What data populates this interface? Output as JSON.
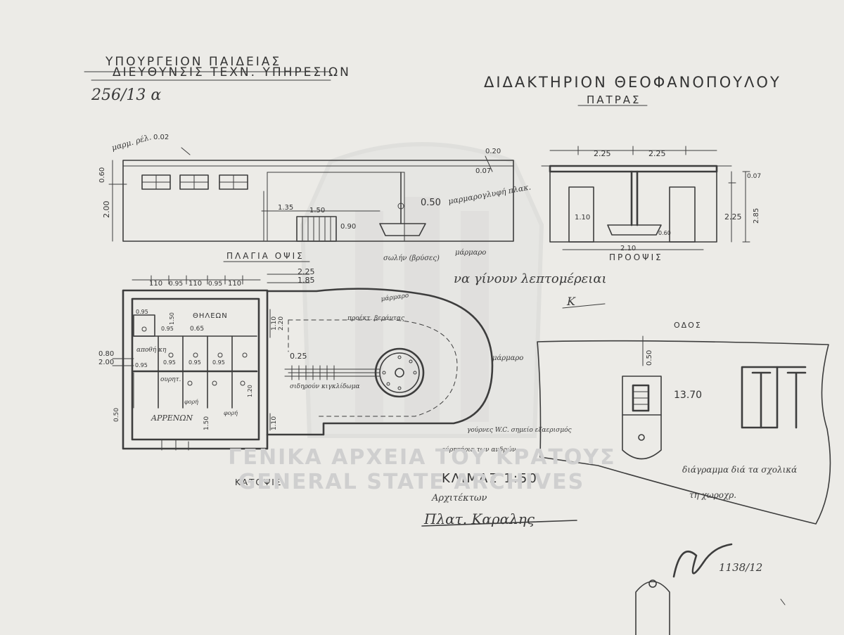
{
  "header": {
    "ministry_line1": "ΥΠΟΥΡΓΕΙΟΝ ΠΑΙΔΕΙΑΣ",
    "ministry_line2": "ΔΙΕΥΘΥΝΣΙΣ ΤΕΧΝ. ΥΠΗΡΕΣΙΩΝ",
    "ref_number": "256/13 α",
    "project_title": "ΔΙΔΑΚΤΗΡΙΟΝ ΘΕΟΦΑΝΟΠΟΥΛΟΥ",
    "project_city": "ΠΑΤΡΑΣ"
  },
  "views": {
    "side_elevation": "ΠΛΑΓΙΑ ΟΨΙΣ",
    "front_elevation": "ΠΡΟΟΨΙΣ",
    "floor_plan": "ΚΑΤΟΨΙΣ",
    "site": "ΟΔΟΣ",
    "scale": "ΚΛΙΜΑΞ 1:50"
  },
  "dimensions": {
    "d_0_20": "0.20",
    "d_0_07": "0.07",
    "d_0_60": "0.60",
    "d_2_00": "2.00",
    "d_1_35": "1.35",
    "d_1_50": "1.50",
    "d_0_90": "0.90",
    "d_0_50": "0.50",
    "d_2_25_a": "2.25",
    "d_2_25_b": "2.25",
    "d_2_25_c": "2.25",
    "d_2_85": "2.85",
    "d_1_10": "1.10",
    "d_0_60b": "0.60",
    "d_2_10": "2.10",
    "d_2_25_plan": "2.25",
    "d_1_85": "1.85",
    "d_110_a": "110",
    "d_095_a": "0.95",
    "d_110_b": "110",
    "d_095_b": "0.95",
    "d_110_c": "110",
    "d_0_95_top": "0.95",
    "d_1_50_v": "1.50",
    "d_095_c": "0.95",
    "d_0_65": "0.65",
    "d_1_10_r": "1.10",
    "d_2_20": "2.20",
    "d_0_80": "0.80",
    "d_2_00_l": "2.00",
    "d_095_s1": "0.95",
    "d_095_s2": "0.95",
    "d_095_s3": "0.95",
    "d_095_s4": "0.95",
    "d_0_25": "0.25",
    "d_1_20": "1.20",
    "d_1_50_b": "1.50",
    "d_0_50_b": "0.50",
    "d_1_10_b": "1.10",
    "d_0_50_s": "0.50",
    "d_13_70": "13.70"
  },
  "notes": {
    "marble_rail": "μαρμ. ρέλ.",
    "marble_basin": "μαρμαρογλυφή πλακ.",
    "faucets": "σωλήν (βρύσες)",
    "marble1": "μάρμαρο",
    "marble2": "μάρμαρο",
    "marble3": "μάρμαρο",
    "details": "να γίνουν λεπτομέρειαι",
    "initials": "Κ",
    "women": "ΘΗΛΕΩΝ",
    "men": "ΑΡΡΕΝΩΝ",
    "storage": "αποθή κη",
    "urinals": "ουρητ.",
    "iron_grating": "σιδηρούν κιγκλίδωμα",
    "platform": "προέκτ. βεράντας",
    "wc_note": "γούρνες W.C. σημείο εξαερισμός",
    "urinal_note": "ούρητήρια των ανδρών",
    "diagram_note": "διάγραμμα διά τα σχολικά",
    "chorography": "τη χωροχρ.",
    "architect_label": "Αρχιτέκτων",
    "architect_sign": "Πλατ. Καραλης",
    "archive_no": "1138/12",
    "women_small": "φορή",
    "men_small": "φορή"
  },
  "watermark": {
    "line1": "ΓΕΝΙΚΑ ΑΡΧΕΙΑ ΤΟΥ ΚΡΑΤΟΥΣ",
    "line2": "GENERAL STATE ARCHIVES"
  }
}
